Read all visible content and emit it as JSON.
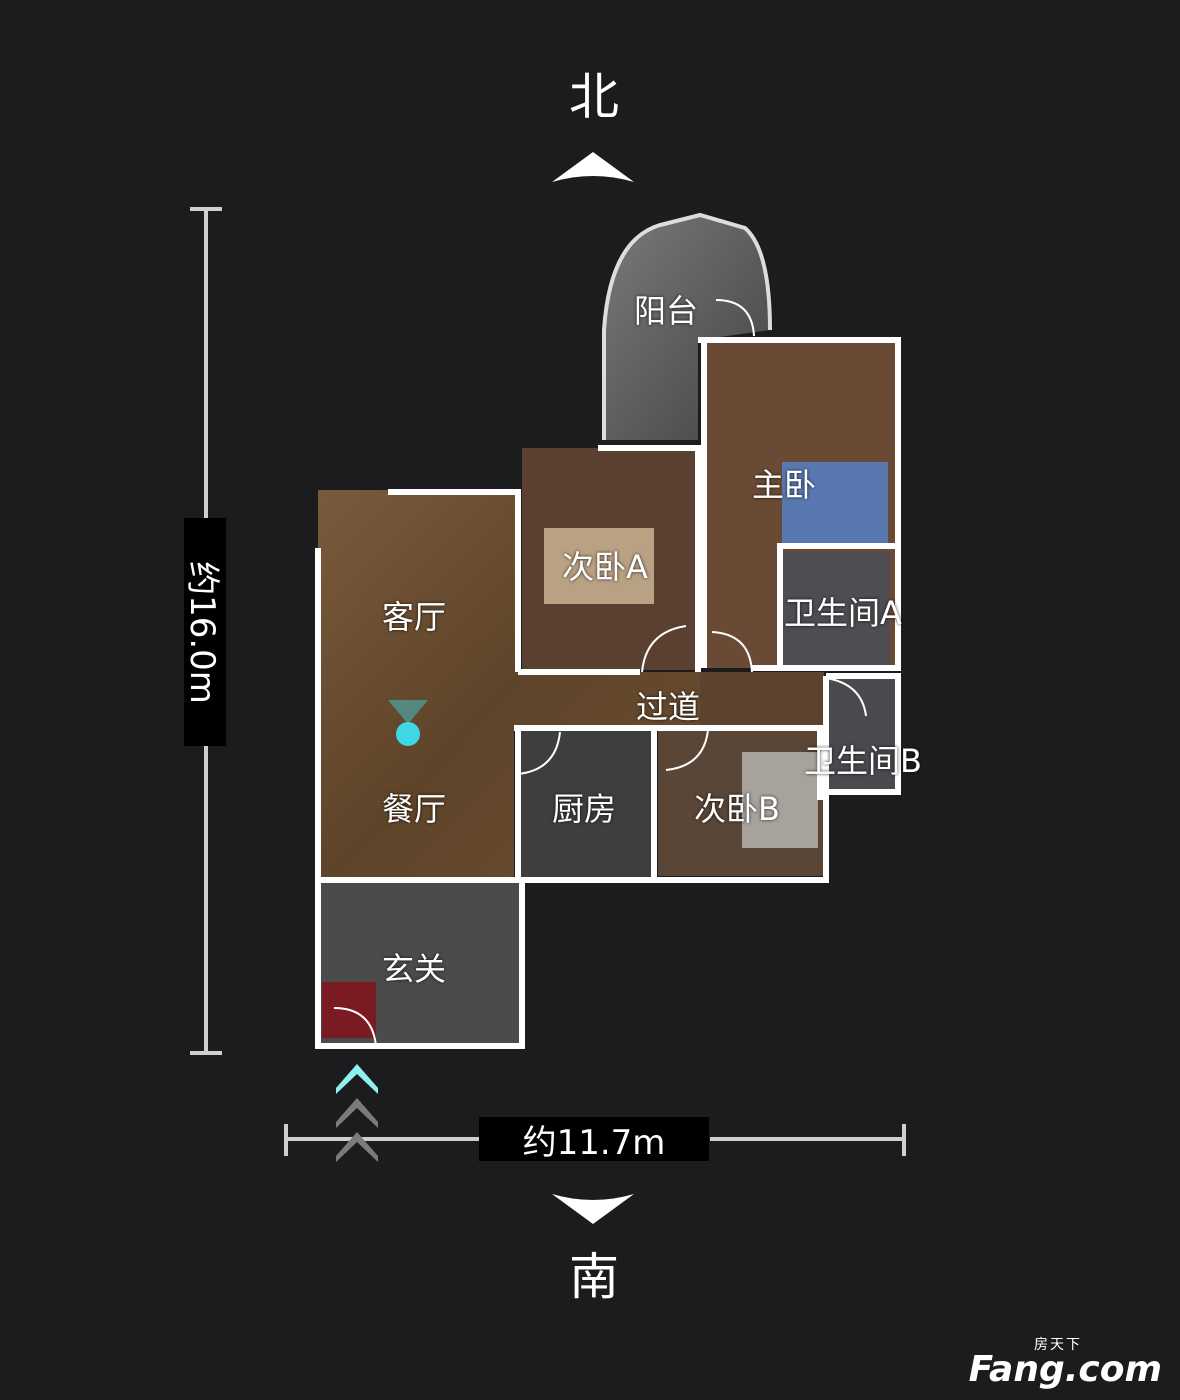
{
  "compass": {
    "north": "北",
    "south": "南"
  },
  "dimensions": {
    "height": "约16.0m",
    "width": "约11.7m"
  },
  "rooms": {
    "balcony": "阳台",
    "master_bedroom": "主卧",
    "second_bedroom_a": "次卧A",
    "living_room": "客厅",
    "bathroom_a": "卫生间A",
    "corridor": "过道",
    "bathroom_b": "卫生间B",
    "dining_room": "餐厅",
    "kitchen": "厨房",
    "second_bedroom_b": "次卧B",
    "entrance": "玄关"
  },
  "watermark": {
    "sub": "房天下",
    "main": "Fang.com"
  },
  "colors": {
    "background": "#1c1c1e",
    "wall": "#ffffff",
    "floor": "#6b4e33",
    "position_marker": "#3fd6e6"
  }
}
